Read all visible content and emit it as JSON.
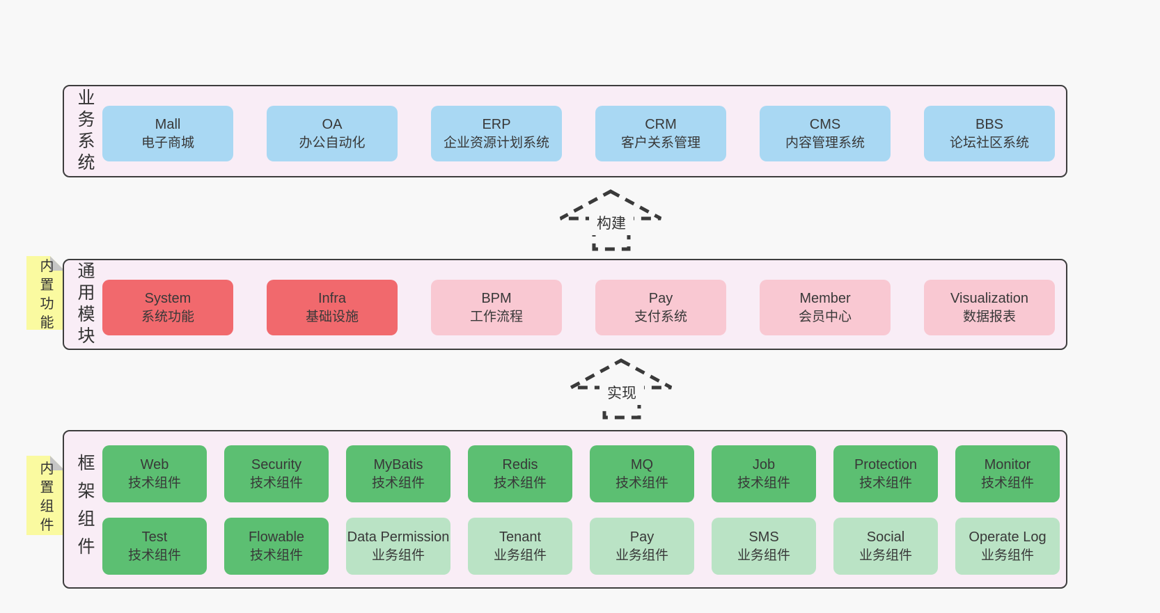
{
  "palette": {
    "blue": "#a9d8f3",
    "red": "#f1696d",
    "pink": "#f9c8d2",
    "green": "#5cbf72",
    "greenLight": "#bae3c5",
    "panel": "#f9edf6",
    "note": "#fafaa0",
    "border": "#3d3d3d"
  },
  "arrows": [
    {
      "label": "构建"
    },
    {
      "label": "实现"
    }
  ],
  "sections": [
    {
      "label": "业务系统",
      "rows": [
        [
          {
            "name": "Mall",
            "desc": "电子商城"
          },
          {
            "name": "OA",
            "desc": "办公自动化"
          },
          {
            "name": "ERP",
            "desc": "企业资源计划系统"
          },
          {
            "name": "CRM",
            "desc": "客户关系管理"
          },
          {
            "name": "CMS",
            "desc": "内容管理系统"
          },
          {
            "name": "BBS",
            "desc": "论坛社区系统"
          }
        ]
      ]
    },
    {
      "label": "通用模块",
      "note": "内置功能",
      "rows": [
        [
          {
            "name": "System",
            "desc": "系统功能"
          },
          {
            "name": "Infra",
            "desc": "基础设施"
          },
          {
            "name": "BPM",
            "desc": "工作流程"
          },
          {
            "name": "Pay",
            "desc": "支付系统"
          },
          {
            "name": "Member",
            "desc": "会员中心"
          },
          {
            "name": "Visualization",
            "desc": "数据报表"
          }
        ]
      ]
    },
    {
      "label": "框架组件",
      "note": "内置组件",
      "rows": [
        [
          {
            "name": "Web",
            "desc": "技术组件"
          },
          {
            "name": "Security",
            "desc": "技术组件"
          },
          {
            "name": "MyBatis",
            "desc": "技术组件"
          },
          {
            "name": "Redis",
            "desc": "技术组件"
          },
          {
            "name": "MQ",
            "desc": "技术组件"
          },
          {
            "name": "Job",
            "desc": "技术组件"
          },
          {
            "name": "Protection",
            "desc": "技术组件"
          },
          {
            "name": "Monitor",
            "desc": "技术组件"
          }
        ],
        [
          {
            "name": "Test",
            "desc": "技术组件"
          },
          {
            "name": "Flowable",
            "desc": "技术组件"
          },
          {
            "name": "Data Permission",
            "desc": "业务组件"
          },
          {
            "name": "Tenant",
            "desc": "业务组件"
          },
          {
            "name": "Pay",
            "desc": "业务组件"
          },
          {
            "name": "SMS",
            "desc": "业务组件"
          },
          {
            "name": "Social",
            "desc": "业务组件"
          },
          {
            "name": "Operate Log",
            "desc": "业务组件"
          }
        ]
      ]
    }
  ]
}
